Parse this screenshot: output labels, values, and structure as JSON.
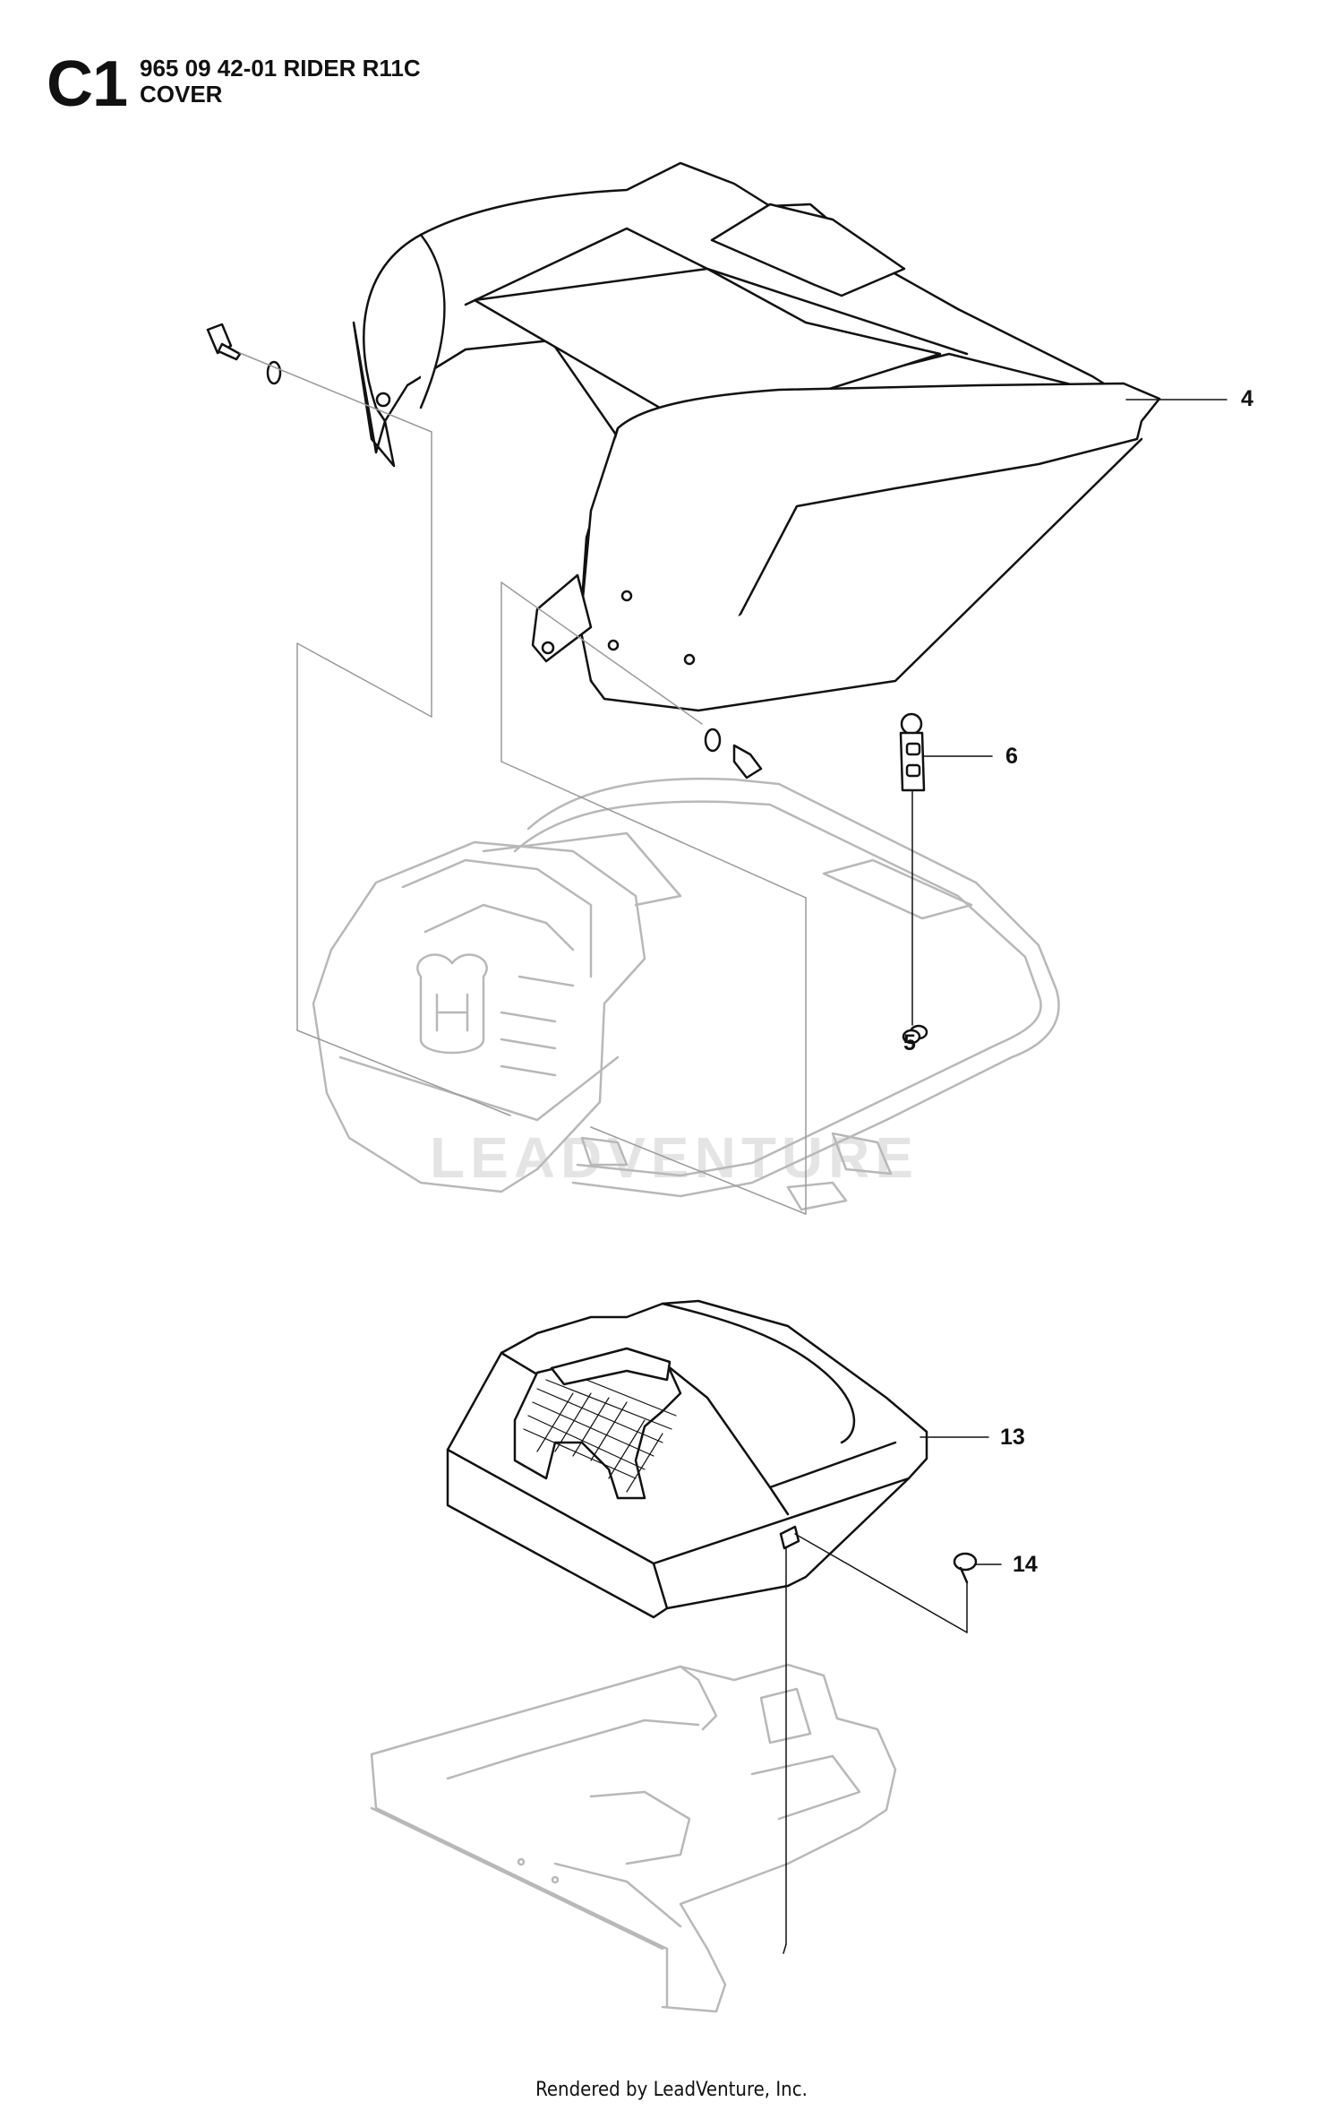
{
  "header": {
    "section_code": "C1",
    "model_line": "965 09 42-01 RIDER R11C",
    "subtitle": "COVER"
  },
  "callouts": [
    {
      "id": "4",
      "label": "4"
    },
    {
      "id": "6",
      "label": "6"
    },
    {
      "id": "5",
      "label": "5"
    },
    {
      "id": "13",
      "label": "13"
    },
    {
      "id": "14",
      "label": "14"
    }
  ],
  "watermark": "LEADVENTURE",
  "footer": "Rendered by LeadVenture, Inc.",
  "colors": {
    "line": "#111111",
    "ghost": "#b8b8b8",
    "background": "#ffffff"
  }
}
